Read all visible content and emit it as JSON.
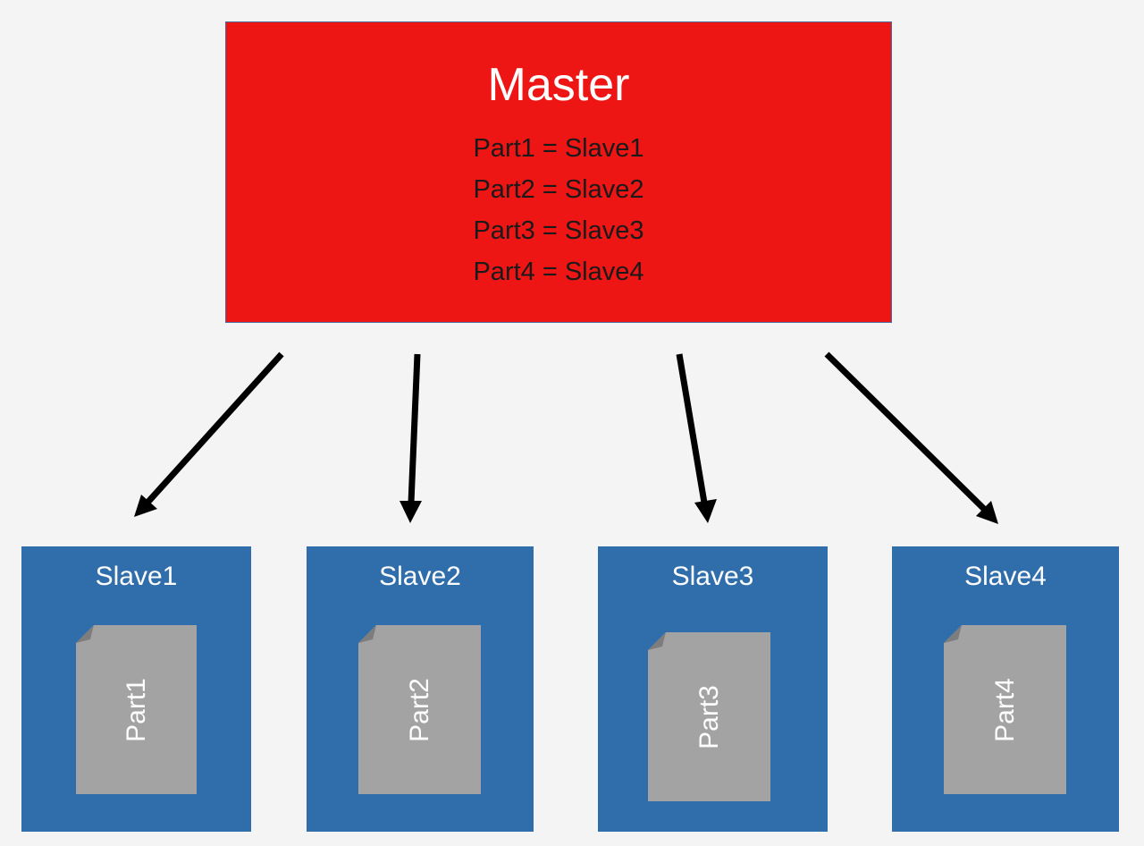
{
  "master": {
    "title": "Master",
    "mappings": [
      "Part1 = Slave1",
      "Part2 = Slave2",
      "Part3 = Slave3",
      "Part4 = Slave4"
    ]
  },
  "slaves": [
    {
      "title": "Slave1",
      "part": "Part1"
    },
    {
      "title": "Slave2",
      "part": "Part2"
    },
    {
      "title": "Slave3",
      "part": "Part3"
    },
    {
      "title": "Slave4",
      "part": "Part4"
    }
  ],
  "colors": {
    "background": "#f4f4f4",
    "master": "#ee1515",
    "slave": "#2f6dab",
    "document": "#a3a3a3",
    "arrow": "#000000"
  }
}
